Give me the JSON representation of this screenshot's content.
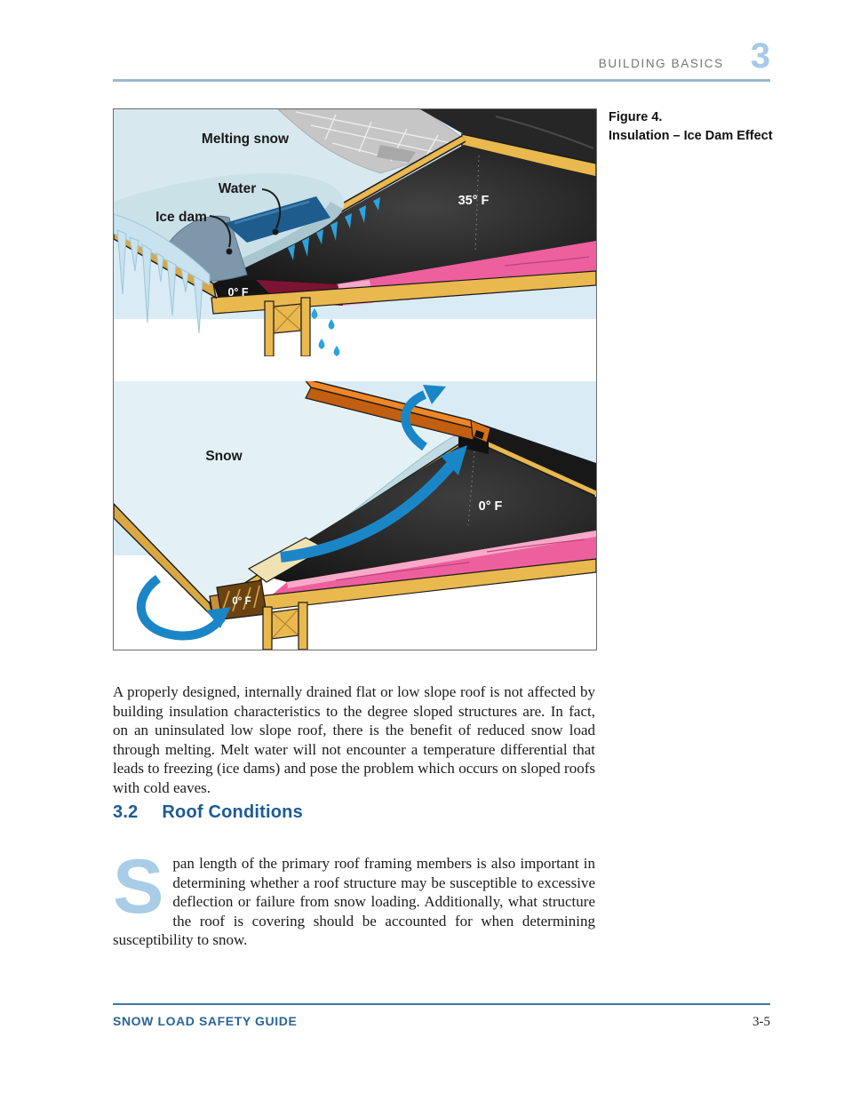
{
  "header": {
    "section_label": "BUILDING BASICS",
    "chapter_number": "3"
  },
  "figure": {
    "caption_line1": "Figure 4.",
    "caption_line2": "Insulation – Ice Dam Effect",
    "top_panel": {
      "labels": {
        "melting_snow": "Melting snow",
        "water": "Water",
        "ice_dam": "Ice dam",
        "attic_temp": "35° F",
        "eave_temp": "0° F"
      }
    },
    "bottom_panel": {
      "labels": {
        "snow": "Snow",
        "attic_temp": "0° F",
        "soffit_temp": "0° F"
      }
    }
  },
  "body": {
    "paragraph1": "A properly designed, internally drained flat or low slope roof is not affected by building insulation characteristics to the degree sloped structures are. In fact, on an uninsulated low slope roof, there is the benefit of reduced snow load through melting. Melt water will not encounter a temperature differential that leads to freezing (ice dams) and pose the problem which occurs on sloped roofs with cold eaves.",
    "section_heading": {
      "number": "3.2",
      "title": "Roof Conditions"
    },
    "paragraph2_dropcap": "S",
    "paragraph2_rest": "pan length of the primary roof framing members is also important in determining whether a roof structure may be susceptible to excessive deflection or failure from snow loading. Additionally, what structure the roof is covering should be accounted for when determining susceptibility to snow."
  },
  "footer": {
    "left": "SNOW LOAD SAFETY GUIDE",
    "right": "3-5"
  },
  "colors": {
    "accent_blue": "#2a6496",
    "chapter_blue": "#a6c9e8",
    "heading_blue": "#1d5b94",
    "sky": "#d9ecf6",
    "insulation_pink": "#ee5f9e",
    "wood_tan": "#e9b84e",
    "vent_orange": "#f08626",
    "arrow_blue": "#1b86c7"
  }
}
